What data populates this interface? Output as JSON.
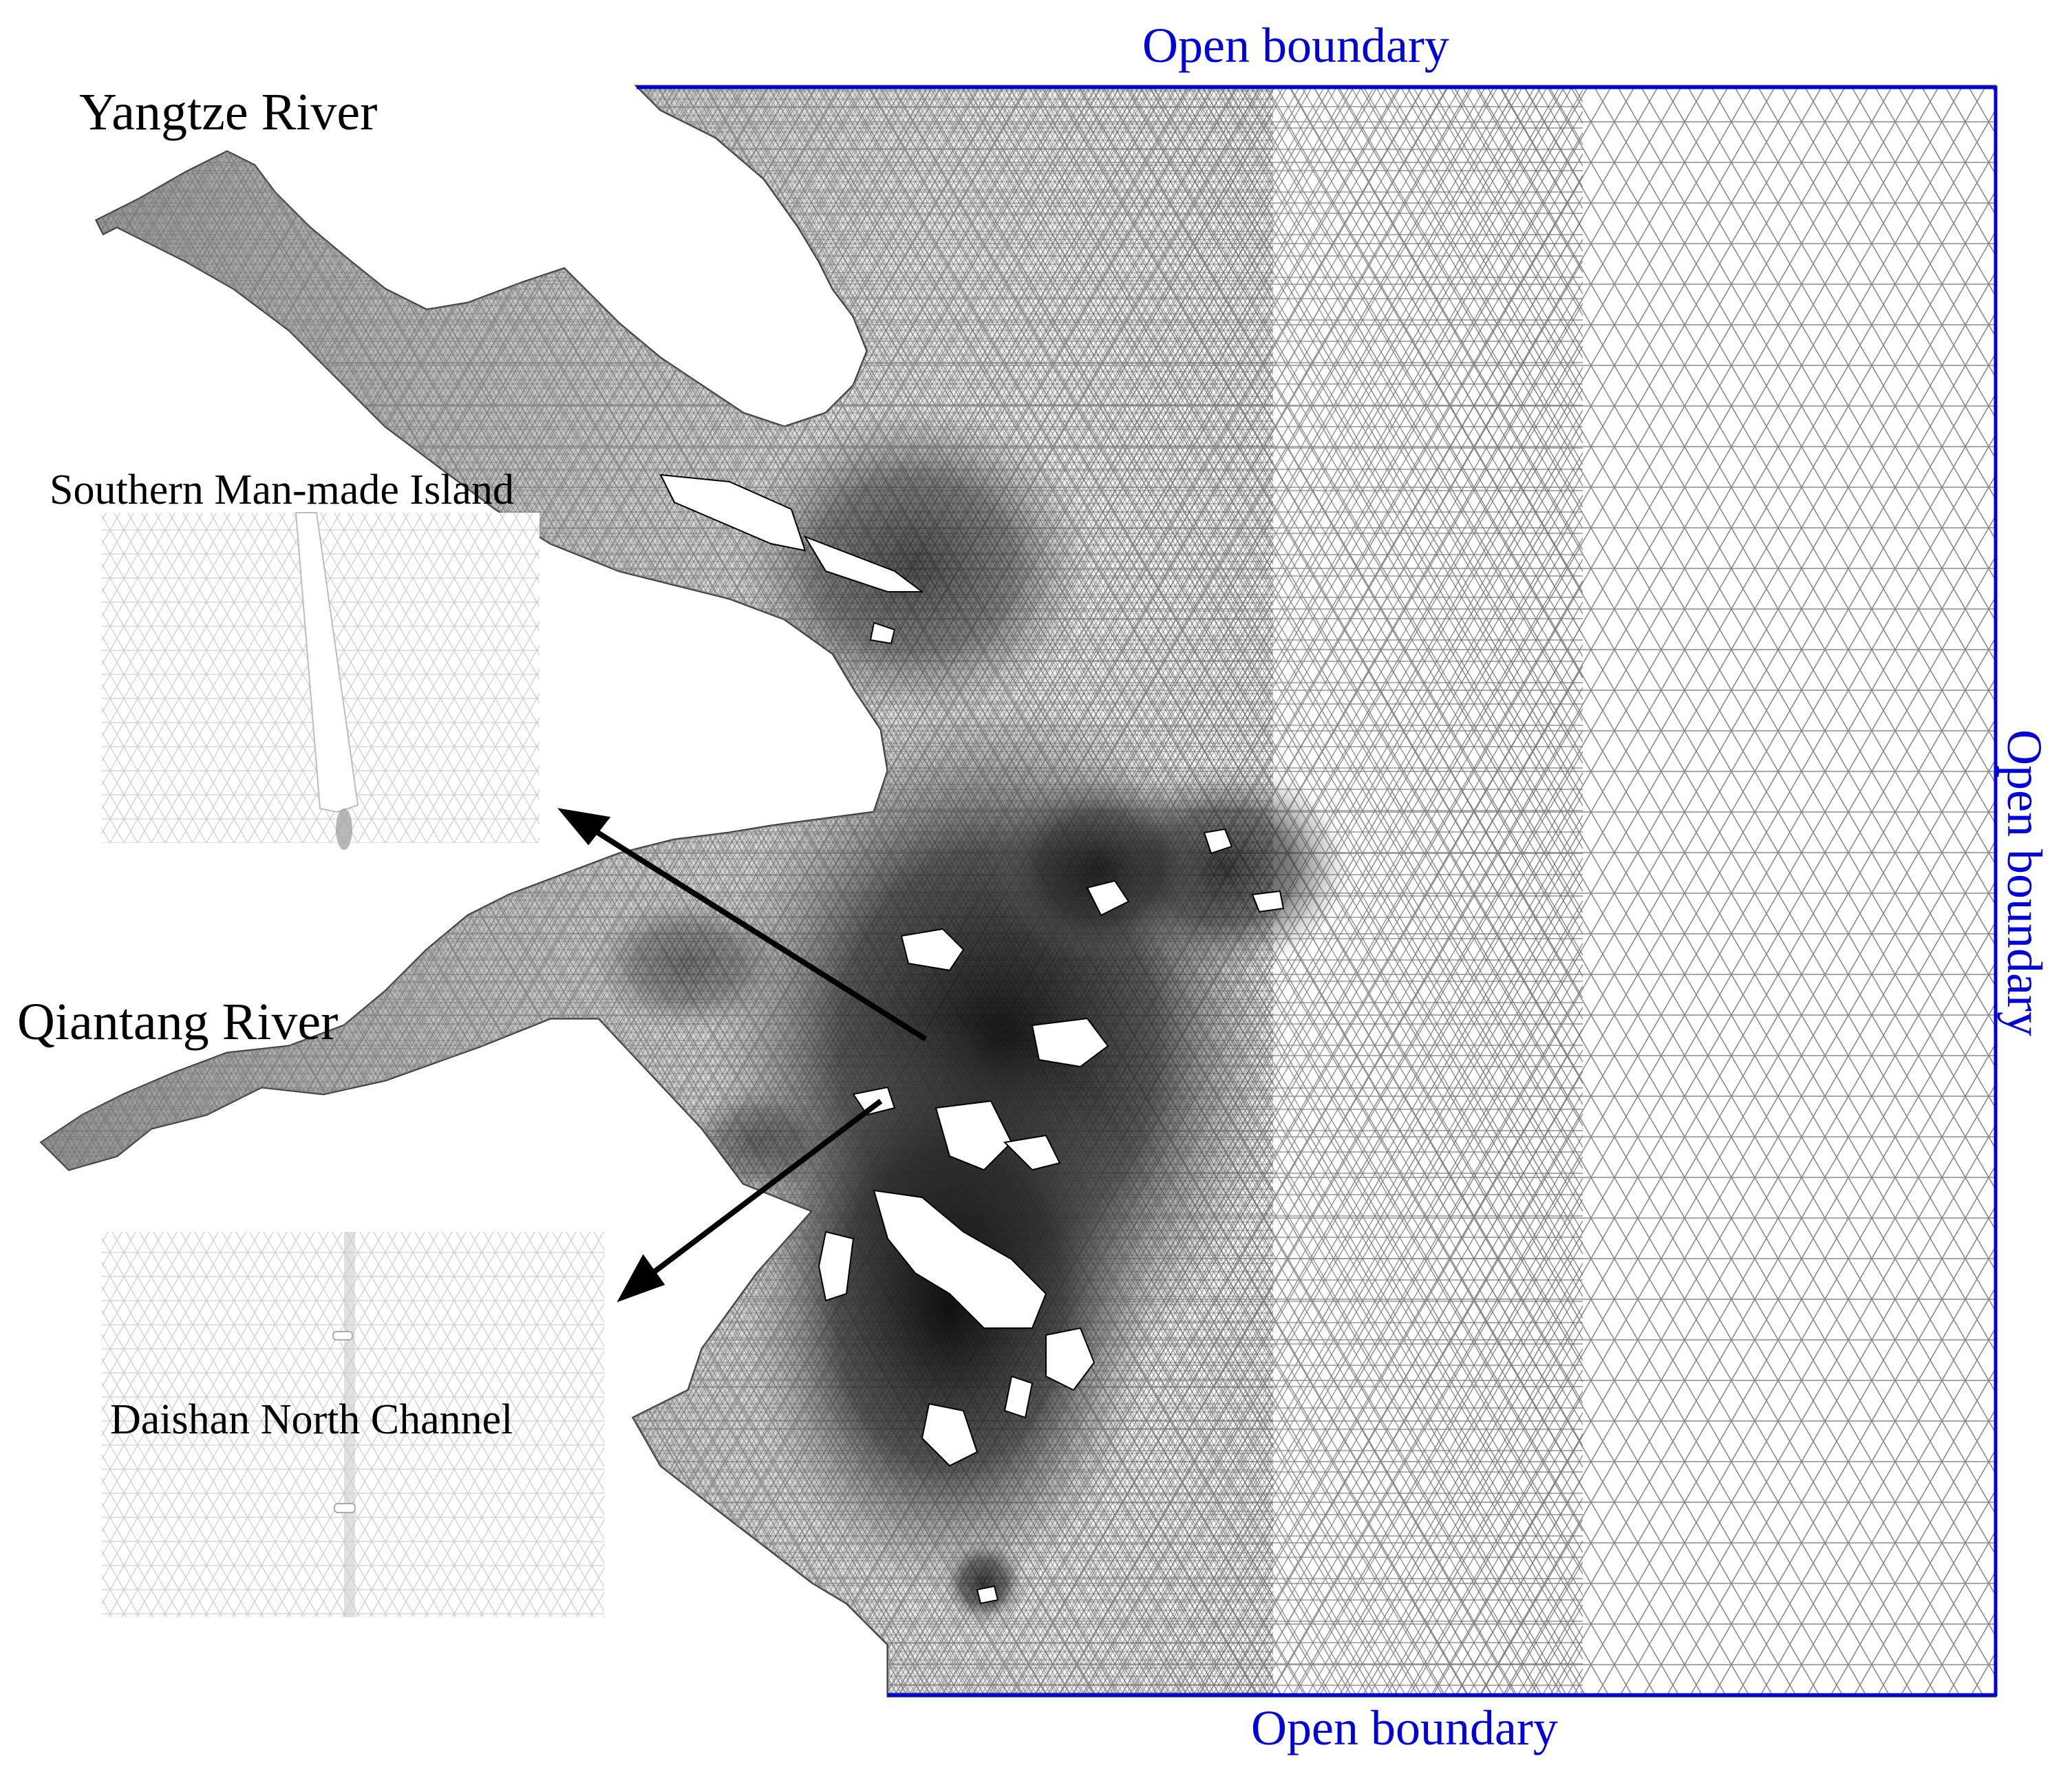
{
  "labels": {
    "yangtze": "Yangtze River",
    "qiantang": "Qiantang River",
    "southern_island": "Southern Man-made Island",
    "daishan": "Daishan North Channel",
    "open_top": "Open boundary",
    "open_right": "Open boundary",
    "open_bottom": "Open boundary"
  },
  "colors": {
    "boundary": "#0000dd",
    "label_text": "#000000",
    "mesh_line": "#8a8a8a",
    "dense_mesh": "#1a1a1a",
    "inset_mesh": "#cfcfcf",
    "background": "#ffffff"
  }
}
